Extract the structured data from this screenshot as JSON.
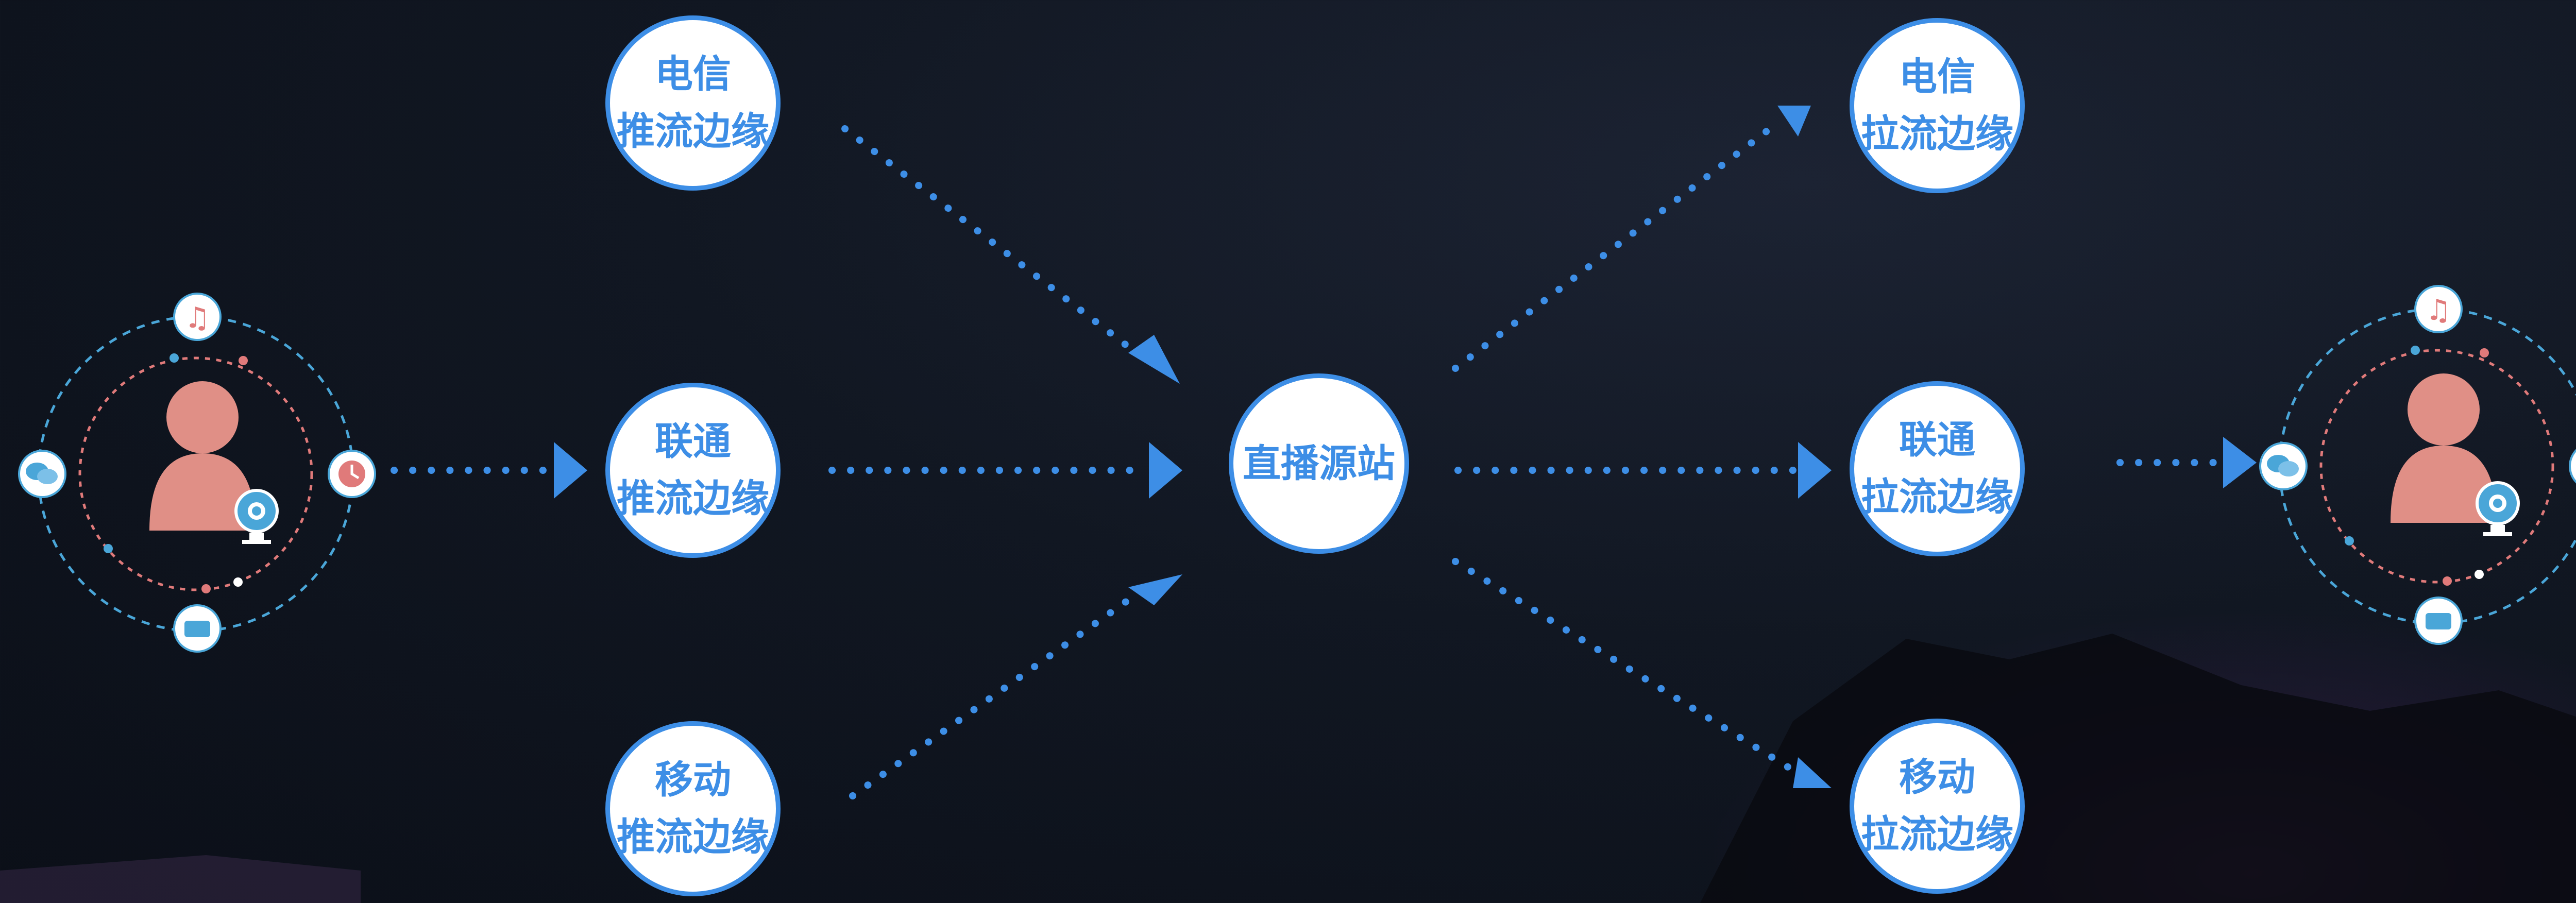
{
  "nodes": {
    "push_telecom": {
      "line1": "电信",
      "line2": "推流边缘"
    },
    "push_unicom": {
      "line1": "联通",
      "line2": "推流边缘"
    },
    "push_mobile": {
      "line1": "移动",
      "line2": "推流边缘"
    },
    "origin": {
      "line1": "直播源站"
    },
    "pull_telecom": {
      "line1": "电信",
      "line2": "拉流边缘"
    },
    "pull_unicom": {
      "line1": "联通",
      "line2": "拉流边缘"
    },
    "pull_mobile": {
      "line1": "移动",
      "line2": "拉流边缘"
    }
  },
  "icons": {
    "left_user": [
      "music-icon",
      "clock-icon",
      "chat-icon",
      "message-icon",
      "webcam-icon",
      "person-icon"
    ],
    "right_user": [
      "music-icon",
      "clock-icon",
      "chat-icon",
      "message-icon",
      "webcam-icon",
      "person-icon"
    ]
  },
  "colors": {
    "accent": "#3d8ee6",
    "person": "#e08f86",
    "ring_blue": "#4aa6d8",
    "ring_pink": "#e07a7a",
    "node_fill": "#ffffff"
  }
}
